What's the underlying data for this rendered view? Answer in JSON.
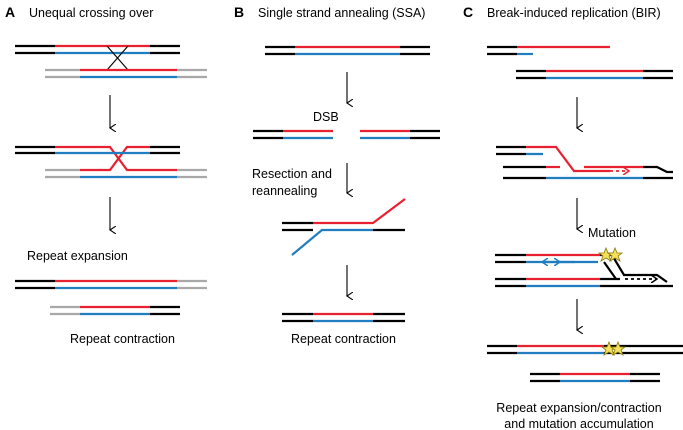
{
  "panels": {
    "a": {
      "letter": "A",
      "title": "Unequal crossing over",
      "label_expansion": "Repeat expansion",
      "label_contraction": "Repeat contraction"
    },
    "b": {
      "letter": "B",
      "title": "Single strand annealing (SSA)",
      "label_dsb": "DSB",
      "label_resection_1": "Resection and",
      "label_resection_2": "reannealing",
      "label_contraction": "Repeat contraction"
    },
    "c": {
      "letter": "C",
      "title": "Break-induced replication (BIR)",
      "label_mutation": "Mutation",
      "label_result_1": "Repeat expansion/contraction",
      "label_result_2": "and mutation accumulation"
    }
  },
  "colors": {
    "red_strand": "#e8202f",
    "blue_strand": "#1f7dc0",
    "grey_strand": "#a8a8a8",
    "black_strand": "#000000",
    "star": "#f5e15a"
  }
}
